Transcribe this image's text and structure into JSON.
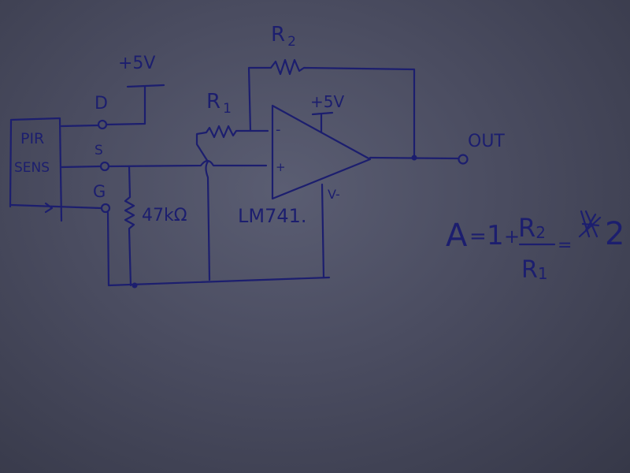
{
  "sensor": {
    "name_line1": "PIR",
    "name_line2": "SENS",
    "pin_d": "D",
    "pin_s": "S",
    "pin_g": "G"
  },
  "supply": {
    "sensor_vcc": "+5V",
    "opamp_vcc": "+5V",
    "opamp_vee": "V-"
  },
  "components": {
    "r1": "R",
    "r1_sub": "1",
    "r2": "R",
    "r2_sub": "2",
    "load_resistor": "47kΩ",
    "opamp_part": "LM741.",
    "plus_sign": "+",
    "minus_sign": "-"
  },
  "output_label": "OUT",
  "formula": {
    "lhs": "A",
    "eq1": "=",
    "one": "1",
    "plus": "+",
    "num": "R",
    "num_sub": "2",
    "den": "R",
    "den_sub": "1",
    "eq2": "=",
    "result": "2"
  }
}
